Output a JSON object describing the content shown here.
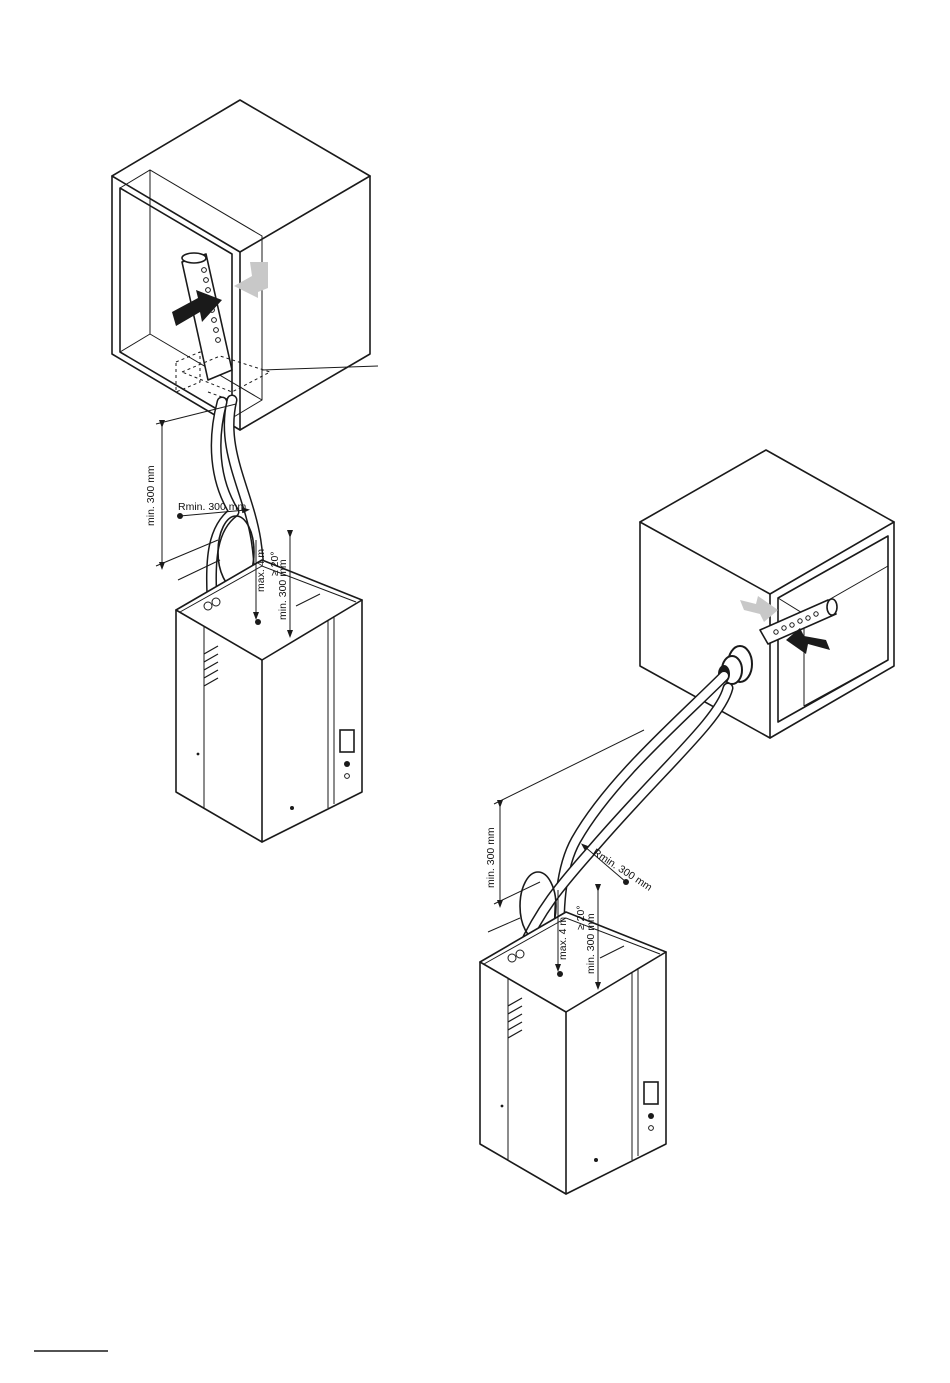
{
  "figure_left": {
    "dim_vertical_label": "min. 300 mm",
    "radius_label": "Rmin. 300 mm",
    "hose_length_label": "max. 4 m",
    "unit_clearance_label": "min. 300 mm",
    "angle_label": "≥ 20°"
  },
  "figure_right": {
    "dim_vertical_label": "min. 300 mm",
    "radius_label": "Rmin. 300 mm",
    "hose_length_label": "max. 4 m",
    "unit_clearance_label": "min. 300 mm",
    "angle_label": "≥ 20°"
  },
  "colors": {
    "line": "#1a1a1a",
    "arrow_dark": "#1a1a1a",
    "arrow_light": "#c8c8c8",
    "background": "#ffffff"
  }
}
